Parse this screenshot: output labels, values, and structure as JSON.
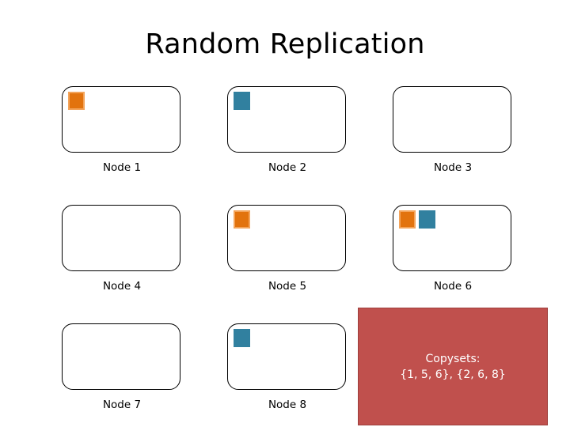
{
  "slide": {
    "title": "Random Replication",
    "background_color": "#FFFFFF"
  },
  "colors": {
    "chunk_orange_fill": "#E2730E",
    "chunk_orange_border": "#F3A45B",
    "chunk_teal_fill": "#31809F",
    "node_outline": "#000000",
    "copysets_box_fill": "#C0504D",
    "copysets_box_border": "#9E3F3C",
    "copysets_text": "#FFFFFF",
    "title_text": "#000000"
  },
  "nodes": [
    {
      "id": 1,
      "label": "Node 1",
      "chunks": [
        "orange"
      ]
    },
    {
      "id": 2,
      "label": "Node 2",
      "chunks": [
        "teal"
      ]
    },
    {
      "id": 3,
      "label": "Node 3",
      "chunks": []
    },
    {
      "id": 4,
      "label": "Node 4",
      "chunks": []
    },
    {
      "id": 5,
      "label": "Node 5",
      "chunks": [
        "orange"
      ]
    },
    {
      "id": 6,
      "label": "Node 6",
      "chunks": [
        "orange",
        "teal"
      ]
    },
    {
      "id": 7,
      "label": "Node 7",
      "chunks": []
    },
    {
      "id": 8,
      "label": "Node 8",
      "chunks": [
        "teal"
      ]
    },
    {
      "id": 9,
      "label": "",
      "chunks": []
    }
  ],
  "copysets": {
    "heading": "Copysets:",
    "sets_text": "{1, 5, 6}, {2, 6, 8}",
    "sets": [
      [
        1,
        5,
        6
      ],
      [
        2,
        6,
        8
      ]
    ]
  }
}
